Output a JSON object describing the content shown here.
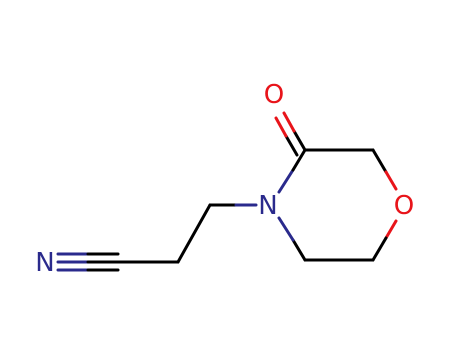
{
  "molecule": {
    "atoms": [
      {
        "id": "n1",
        "label": "N",
        "color": "#2a2a8c"
      },
      {
        "id": "o1",
        "label": "O",
        "color": "#e8141a"
      },
      {
        "id": "n2",
        "label": "N",
        "color": "#2a2a8c"
      },
      {
        "id": "o2",
        "label": "O",
        "color": "#e8141a"
      }
    ],
    "bond_colors": {
      "carbon": "#000000",
      "nitrogen": "#2a2a8c",
      "oxygen": "#e8141a"
    }
  }
}
